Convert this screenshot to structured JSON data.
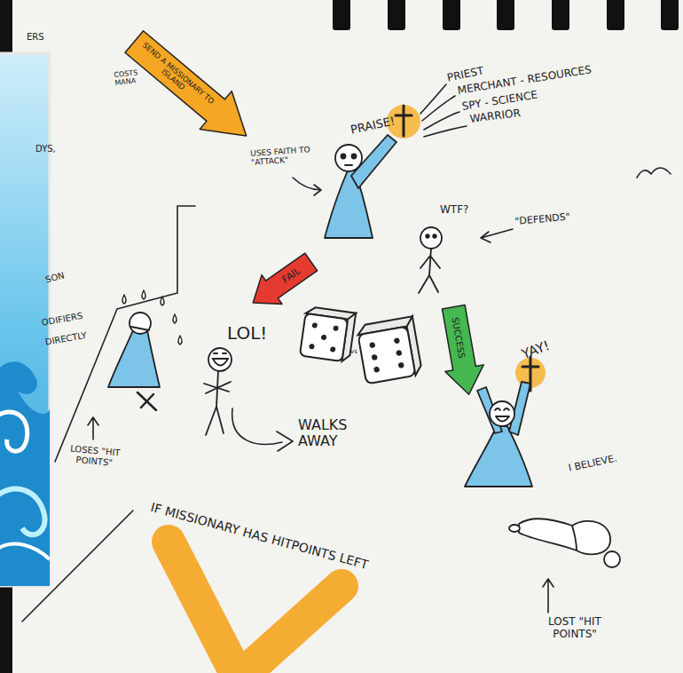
{
  "diagram": {
    "nodes": [
      {
        "text": [
          "SEND A MISSIONARY TO ISLAND"
        ]
      },
      {
        "text": [
          "FAIL"
        ]
      },
      {
        "text": [
          "SUCCESS"
        ]
      },
      {
        "text": [
          "IF MISSIONARY HAS HITPOINTS LEFT"
        ]
      }
    ],
    "labels": [
      "ERS",
      "DYS,",
      "COSTS MANA",
      "PRIEST",
      "MERCHANT - RESOURCES",
      "SPY - SCIENCE",
      "WARRIOR",
      "PRAISE!",
      "USES FAITH TO \"ATTACK\"",
      "WTF?",
      "\"DEFENDS\"",
      "LOL!",
      "vs",
      "WALKS AWAY",
      "YAY!",
      "I BELIEVE.",
      "LOST \"HIT POINTS\"",
      "LOSES \"HIT POINTS\"",
      "SON",
      "ODIFIERS",
      "DIRECTLY"
    ]
  }
}
